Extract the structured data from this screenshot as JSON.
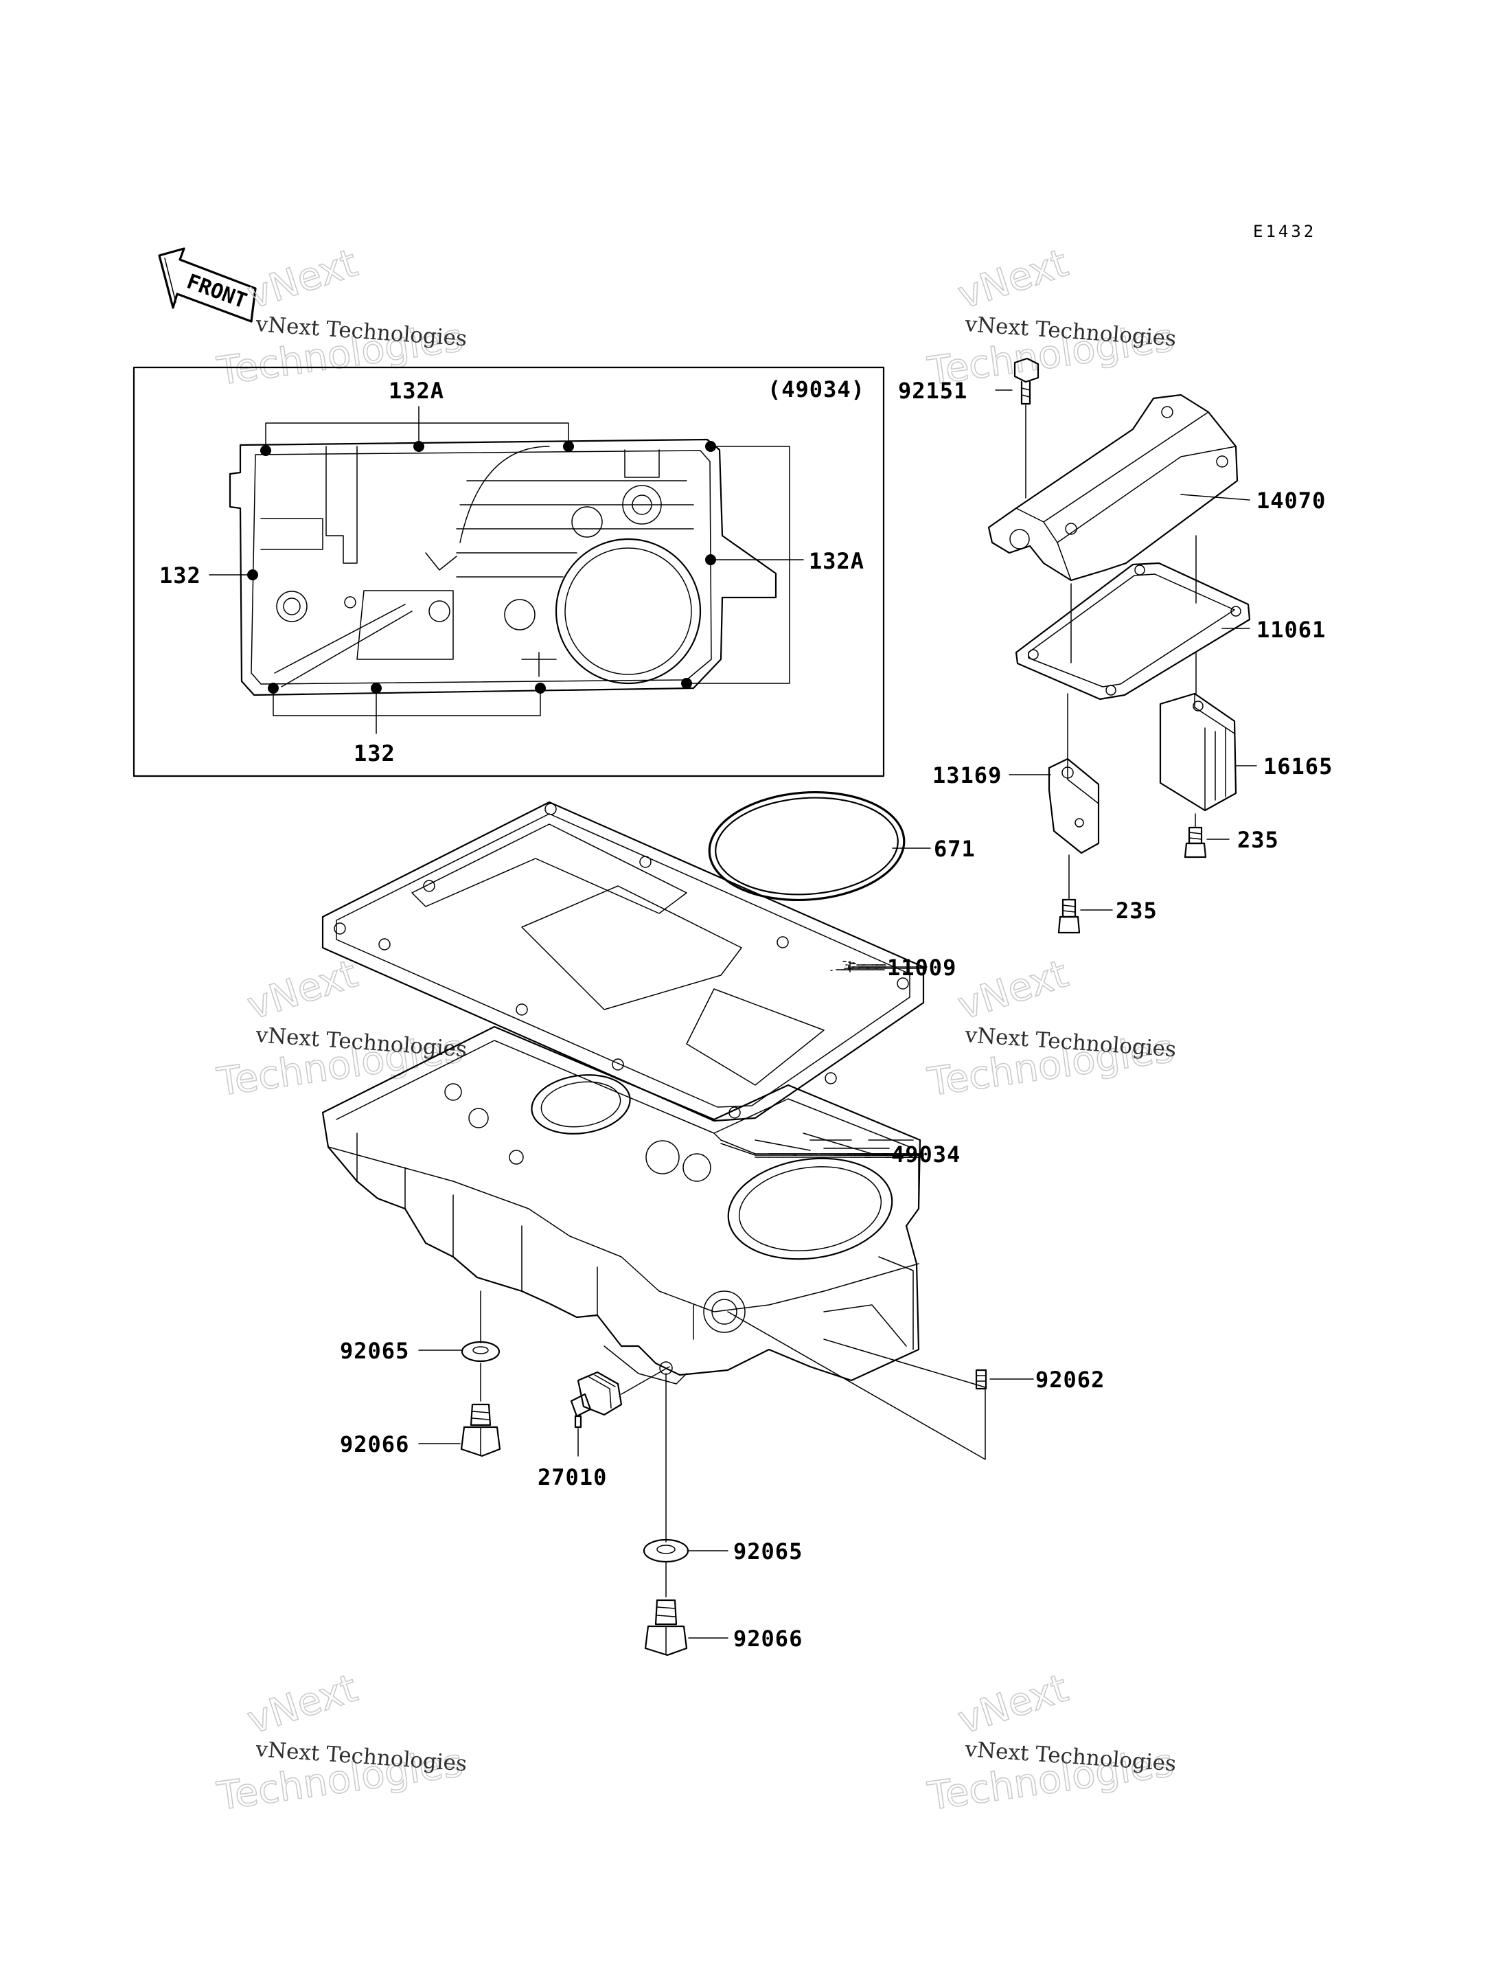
{
  "diagram_code": "E1432",
  "front_label": "FRONT",
  "watermark": {
    "line1": "vNext Technologies",
    "line2": "vNext",
    "line3": "Technologies"
  },
  "inset": {
    "ref": "(49034)",
    "labels": {
      "top": "132A",
      "right": "132A",
      "left": "132",
      "bottom": "132"
    }
  },
  "parts": {
    "p92151": "92151",
    "p14070": "14070",
    "p11061": "11061",
    "p16165": "16165",
    "p13169": "13169",
    "p235a": "235",
    "p235b": "235",
    "p671": "671",
    "p11009": "11009",
    "p49034": "49034",
    "p92062": "92062",
    "p92065a": "92065",
    "p92066a": "92066",
    "p27010": "27010",
    "p92065b": "92065",
    "p92066b": "92066"
  }
}
